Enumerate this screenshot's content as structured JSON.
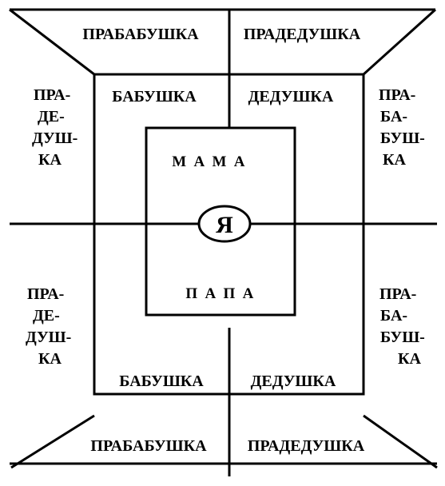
{
  "colors": {
    "line": "#000000",
    "background": "#ffffff"
  },
  "labels": {
    "top_great_grandmother": "ПРАБАБУШКА",
    "top_great_grandfather": "ПРАДЕДУШКА",
    "grandmother_top": "БАБУШКА",
    "grandfather_top": "ДЕДУШКА",
    "mother": "М А М А",
    "me": "Я",
    "father": "П А П А",
    "grandmother_bottom": "БАБУШКА",
    "grandfather_bottom": "ДЕДУШКА",
    "bottom_great_grandmother": "ПРАБАБУШКА",
    "bottom_great_grandfather": "ПРАДЕДУШКА",
    "left_upper_great_grandfather": [
      "ПРА-",
      "ДЕ-",
      "ДУШ-",
      "КА"
    ],
    "right_upper_great_grandmother": [
      "ПРА-",
      "БА-",
      "БУШ-",
      "КА"
    ],
    "left_lower_great_grandfather": [
      "ПРА-",
      "ДЕ-",
      "ДУШ-",
      "КА"
    ],
    "right_lower_great_grandmother": [
      "ПРА-",
      "БА-",
      "БУШ-",
      "КА"
    ]
  }
}
